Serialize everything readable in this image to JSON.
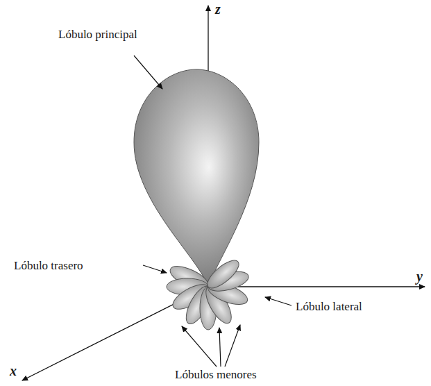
{
  "diagram": {
    "labels": [
      "Lóbulo principal",
      "z",
      "Lóbulo trasero",
      "Lóbulo lateral",
      "Lóbulos menores",
      "x",
      "y"
    ]
  }
}
